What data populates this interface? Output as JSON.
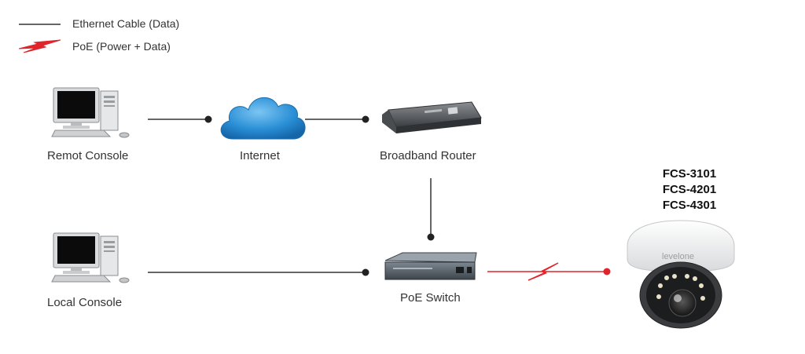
{
  "legend": {
    "ethernet_label": "Ethernet Cable (Data)",
    "poe_label": "PoE (Power + Data)"
  },
  "nodes": {
    "remote_console": "Remot Console",
    "internet": "Internet",
    "router": "Broadband Router",
    "local_console": "Local Console",
    "poe_switch": "PoE Switch"
  },
  "camera": {
    "brand": "levelone",
    "models": [
      "FCS-3101",
      "FCS-4201",
      "FCS-4301"
    ]
  },
  "colors": {
    "ethernet": "#333333",
    "poe": "#e0242b",
    "cloud": "#2a8fd6"
  }
}
